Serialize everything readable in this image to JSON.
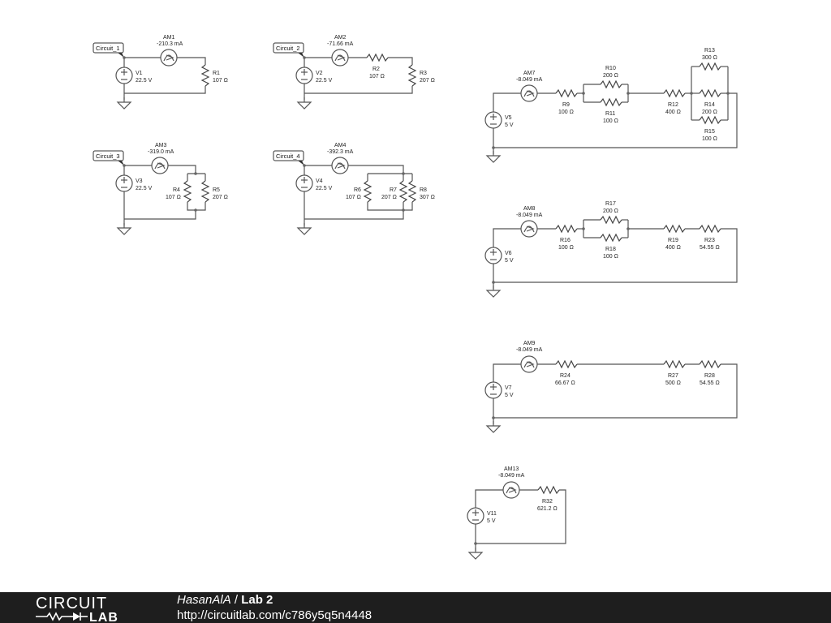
{
  "footer": {
    "logo_top": "CIRCUIT",
    "logo_bottom": "LAB",
    "user": "HasanAlA",
    "separator": " / ",
    "project": "Lab 2",
    "url": "http://circuitlab.com/c786y5q5n4448"
  },
  "tags": {
    "c1": "Circuit_1",
    "c2": "Circuit_2",
    "c3": "Circuit_3",
    "c4": "Circuit_4"
  },
  "meters": {
    "am1": {
      "name": "AM1",
      "value": "-210.3 mA"
    },
    "am2": {
      "name": "AM2",
      "value": "-71.66 mA"
    },
    "am3": {
      "name": "AM3",
      "value": "-319.0 mA"
    },
    "am4": {
      "name": "AM4",
      "value": "-392.3 mA"
    },
    "am7": {
      "name": "AM7",
      "value": "-8.049 mA"
    },
    "am8": {
      "name": "AM8",
      "value": "-8.049 mA"
    },
    "am9": {
      "name": "AM9",
      "value": "-8.049 mA"
    },
    "am13": {
      "name": "AM13",
      "value": "-8.049 mA"
    }
  },
  "sources": {
    "v1": {
      "name": "V1",
      "value": "22.5 V"
    },
    "v2": {
      "name": "V2",
      "value": "22.5 V"
    },
    "v3": {
      "name": "V3",
      "value": "22.5 V"
    },
    "v4": {
      "name": "V4",
      "value": "22.5 V"
    },
    "v5": {
      "name": "V5",
      "value": "5 V"
    },
    "v6": {
      "name": "V6",
      "value": "5 V"
    },
    "v7": {
      "name": "V7",
      "value": "5 V"
    },
    "v11": {
      "name": "V11",
      "value": "5 V"
    }
  },
  "resistors": {
    "r1": {
      "name": "R1",
      "value": "107 Ω"
    },
    "r2": {
      "name": "R2",
      "value": "107 Ω"
    },
    "r3": {
      "name": "R3",
      "value": "207 Ω"
    },
    "r4": {
      "name": "R4",
      "value": "107 Ω"
    },
    "r5": {
      "name": "R5",
      "value": "207 Ω"
    },
    "r6": {
      "name": "R6",
      "value": "107 Ω"
    },
    "r7": {
      "name": "R7",
      "value": "207 Ω"
    },
    "r8": {
      "name": "R8",
      "value": "307 Ω"
    },
    "r9": {
      "name": "R9",
      "value": "100 Ω"
    },
    "r10": {
      "name": "R10",
      "value": "200 Ω"
    },
    "r11": {
      "name": "R11",
      "value": "100 Ω"
    },
    "r12": {
      "name": "R12",
      "value": "400 Ω"
    },
    "r13": {
      "name": "R13",
      "value": "300 Ω"
    },
    "r14": {
      "name": "R14",
      "value": "200 Ω"
    },
    "r15": {
      "name": "R15",
      "value": "100 Ω"
    },
    "r16": {
      "name": "R16",
      "value": "100 Ω"
    },
    "r17": {
      "name": "R17",
      "value": "200 Ω"
    },
    "r18": {
      "name": "R18",
      "value": "100 Ω"
    },
    "r19": {
      "name": "R19",
      "value": "400 Ω"
    },
    "r23": {
      "name": "R23",
      "value": "54.55 Ω"
    },
    "r24": {
      "name": "R24",
      "value": "66.67 Ω"
    },
    "r27": {
      "name": "R27",
      "value": "500 Ω"
    },
    "r28": {
      "name": "R28",
      "value": "54.55 Ω"
    },
    "r32": {
      "name": "R32",
      "value": "621.2 Ω"
    }
  }
}
